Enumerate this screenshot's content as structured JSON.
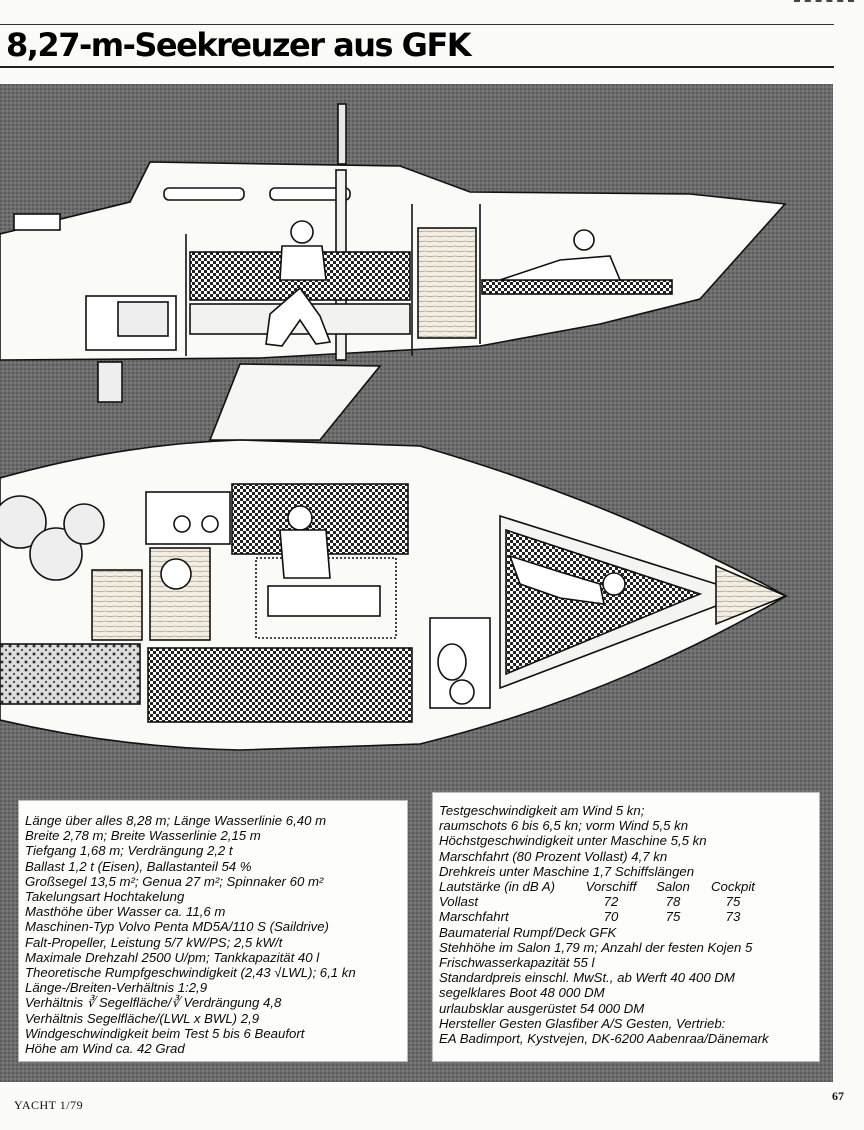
{
  "page": {
    "title": "8,27-m-Seekreuzer aus GFK",
    "footer_left": "YACHT 1/79",
    "page_number": "67"
  },
  "illustration": {
    "kind": "sailboat-cutaway-drawing"
  },
  "specs_left": [
    "Länge über alles 8,28 m; Länge Wasserlinie 6,40 m",
    "Breite 2,78 m; Breite Wasserlinie 2,15 m",
    "Tiefgang 1,68 m; Verdrängung 2,2 t",
    "Ballast 1,2 t (Eisen), Ballastanteil 54 %",
    "Großsegel 13,5 m²; Genua 27 m²; Spinnaker 60 m²",
    "Takelungsart Hochtakelung",
    "Masthöhe über Wasser ca. 11,6 m",
    "Maschinen-Typ Volvo Penta MD5A/110 S (Saildrive)",
    "Falt-Propeller, Leistung 5/7 kW/PS; 2,5 kW/t",
    "Maximale Drehzahl 2500 U/pm; Tankkapazität 40 l",
    "Theoretische Rumpfgeschwindigkeit (2,43 √LWL); 6,1 kn",
    "Länge-/Breiten-Verhältnis 1:2,9",
    "Verhältnis ∛ Segelfläche/∛ Verdrängung 4,8",
    "Verhältnis Segelfläche/(LWL x BWL) 2,9",
    "Windgeschwindigkeit beim Test 5 bis 6 Beaufort",
    "Höhe am Wind ca. 42 Grad"
  ],
  "specs_right_top": [
    "Testgeschwindigkeit am Wind 5 kn;",
    "raumschots 6 bis 6,5 kn; vorm Wind 5,5 kn",
    "Höchstgeschwindigkeit unter Maschine 5,5 kn",
    "Marschfahrt (80 Prozent Vollast) 4,7 kn",
    "Drehkreis unter Maschine 1,7 Schiffslängen"
  ],
  "noise_table": {
    "headers": [
      "Lautstärke (in dB A)",
      "Vorschiff",
      "Salon",
      "Cockpit"
    ],
    "rows": [
      {
        "label": "Vollast",
        "values": [
          "72",
          "78",
          "75"
        ]
      },
      {
        "label": "Marschfahrt",
        "values": [
          "70",
          "75",
          "73"
        ]
      }
    ]
  },
  "specs_right_bottom": [
    "Baumaterial Rumpf/Deck GFK",
    "Stehhöhe im Salon 1,79 m; Anzahl der festen Kojen 5",
    "Frischwasserkapazität 55 l",
    "Standardpreis einschl. MwSt., ab Werft 40 400 DM",
    "segelklares Boot 48 000 DM",
    "urlaubsklar ausgerüstet 54 000 DM",
    "Hersteller Gesten Glasfiber A/S Gesten, Vertrieb:",
    "EA Badimport, Kystvejen, DK-6200 Aabenraa/Dänemark"
  ]
}
